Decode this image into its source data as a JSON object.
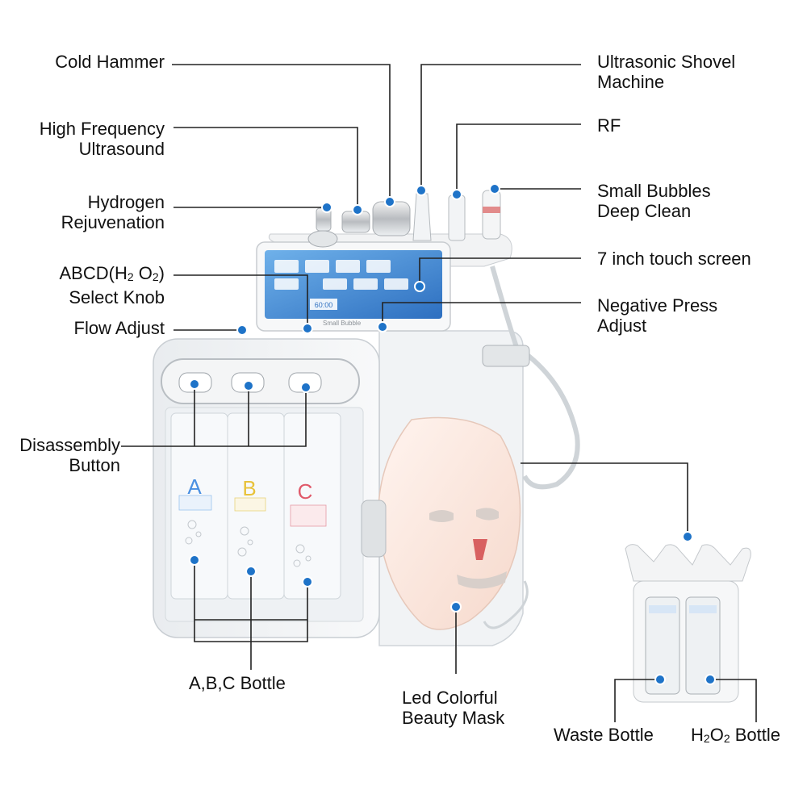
{
  "labels": {
    "cold_hammer": "Cold Hammer",
    "hf_ultrasound": [
      "High Frequency",
      "Ultrasound"
    ],
    "hydrogen": [
      "Hydrogen",
      "Rejuvenation"
    ],
    "abcd_knob": {
      "pre": "ABCD(H",
      "sub1": "2",
      "mid": " O",
      "sub2": "2",
      "post": ")",
      "line2": "Select Knob"
    },
    "flow_adjust": "Flow Adjust",
    "disassembly": [
      "Disassembly",
      "Button"
    ],
    "ultrasonic_shovel": [
      "Ultrasonic Shovel",
      "Machine"
    ],
    "rf": "RF",
    "small_bubbles": [
      "Small Bubbles",
      "Deep Clean"
    ],
    "touch_screen": "7 inch touch screen",
    "negative_press": [
      "Negative Press",
      "Adjust"
    ],
    "abc_bottle": "A,B,C Bottle",
    "led_mask": [
      "Led Colorful",
      "Beauty Mask"
    ],
    "waste_bottle": "Waste Bottle",
    "h2o2_bottle": {
      "pre": "H",
      "sub1": "2",
      "mid": "O",
      "sub2": "2",
      "post": " Bottle"
    }
  },
  "device": {
    "bottle_letters": [
      "A",
      "B",
      "C"
    ],
    "screen_text": "60:00",
    "brand_text": "Small Bubble"
  },
  "colors": {
    "marker": "#1e73c8",
    "line": "#222222",
    "bottle_a": "#4a90e2",
    "bottle_b": "#e8c23a",
    "bottle_c": "#e05a6a",
    "screen": "#3a7fd0"
  }
}
